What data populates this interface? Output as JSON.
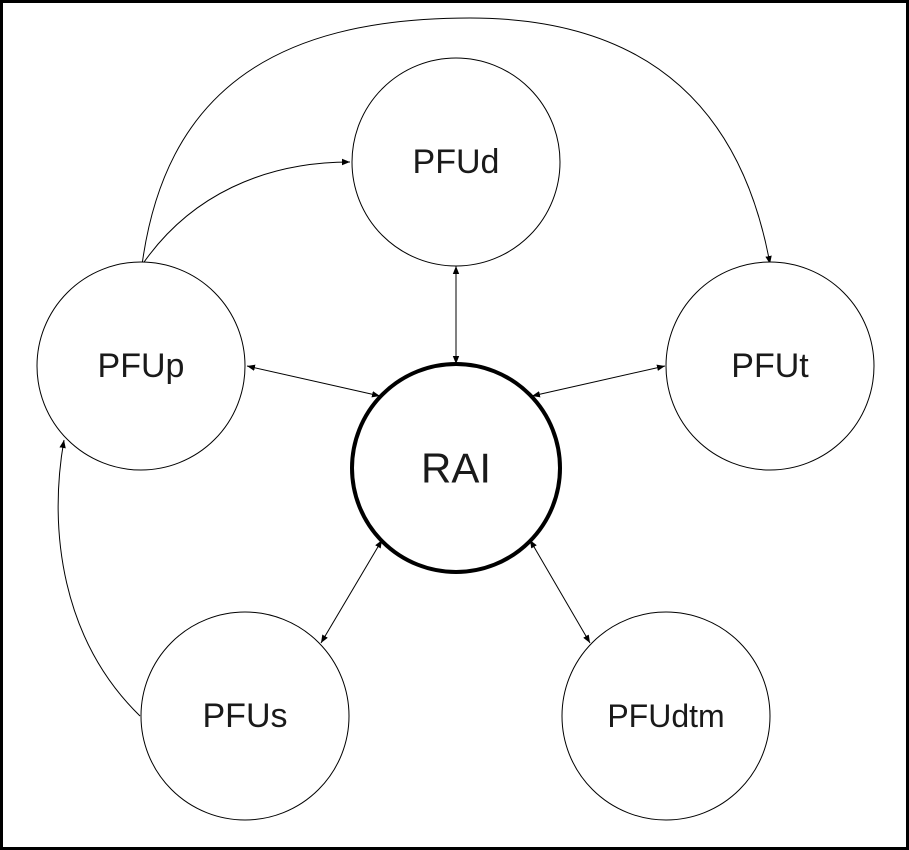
{
  "diagram": {
    "nodes": {
      "rai": {
        "label": "RAI"
      },
      "pfud": {
        "label": "PFUd"
      },
      "pfup": {
        "label": "PFUp"
      },
      "pfut": {
        "label": "PFUt"
      },
      "pfus": {
        "label": "PFUs"
      },
      "pfudtm": {
        "label": "PFUdtm"
      }
    },
    "edges": [
      {
        "from": "PFUd",
        "to": "RAI",
        "direction": "both"
      },
      {
        "from": "PFUp",
        "to": "RAI",
        "direction": "both"
      },
      {
        "from": "PFUt",
        "to": "RAI",
        "direction": "both"
      },
      {
        "from": "PFUs",
        "to": "RAI",
        "direction": "both"
      },
      {
        "from": "PFUdtm",
        "to": "RAI",
        "direction": "both"
      },
      {
        "from": "PFUp",
        "to": "PFUd",
        "direction": "forward"
      },
      {
        "from": "PFUp",
        "to": "PFUt",
        "direction": "forward"
      },
      {
        "from": "PFUs",
        "to": "PFUp",
        "direction": "forward"
      }
    ],
    "colors": {
      "stroke": "#000000",
      "background": "#ffffff",
      "text": "#1a1a1a"
    }
  }
}
